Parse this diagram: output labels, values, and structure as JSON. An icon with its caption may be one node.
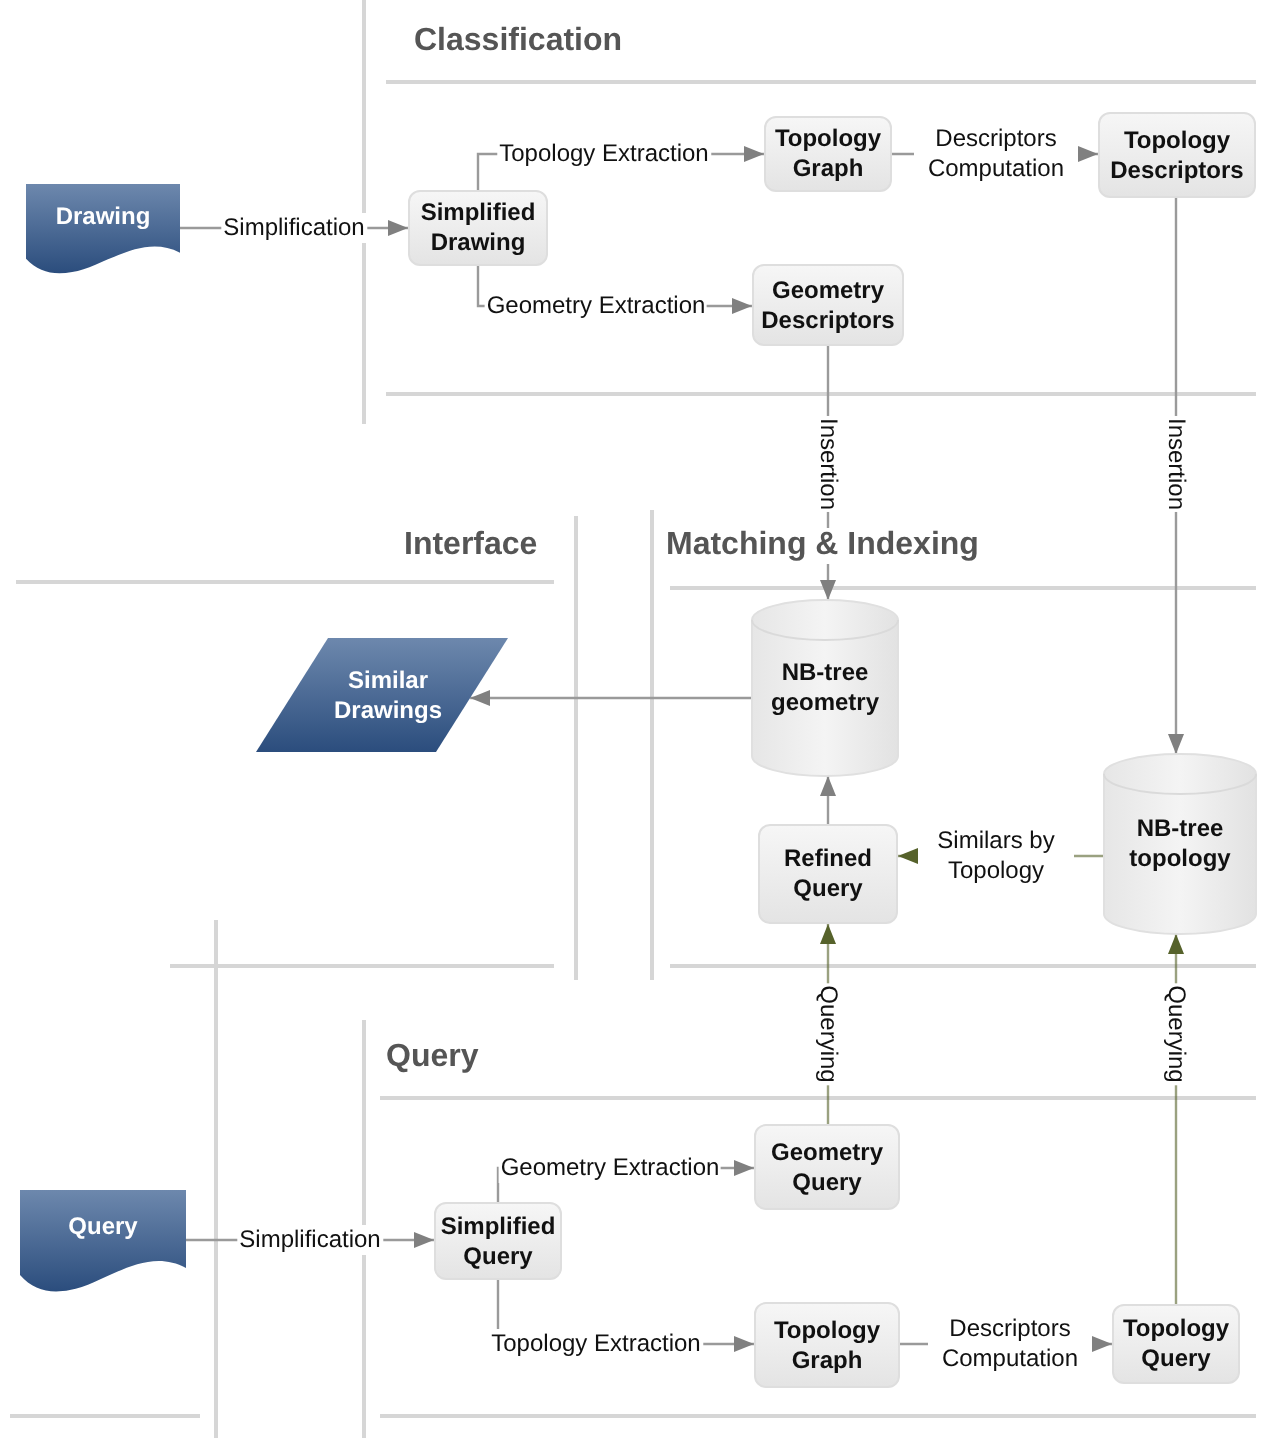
{
  "diagram": {
    "nodes": [
      {
        "text": [
          "Drawing"
        ]
      },
      {
        "text": [
          "Simplified Drawing"
        ]
      },
      {
        "text": [
          "Topology Graph"
        ]
      },
      {
        "text": [
          "Topology Descriptors"
        ]
      },
      {
        "text": [
          "Geometry Descriptors"
        ]
      },
      {
        "text": [
          "Similar Drawings"
        ]
      },
      {
        "text": [
          "NB-tree geometry"
        ]
      },
      {
        "text": [
          "NB-tree topology"
        ]
      },
      {
        "text": [
          "Refined Query"
        ]
      },
      {
        "text": [
          "Query"
        ]
      },
      {
        "text": [
          "Simplified Query"
        ]
      },
      {
        "text": [
          "Geometry Query"
        ]
      },
      {
        "text": [
          "Topology Graph"
        ]
      },
      {
        "text": [
          "Topology Query"
        ]
      }
    ],
    "edges": [
      {
        "from": 0,
        "to": 1,
        "arrow": "to",
        "label": "Simplification"
      },
      {
        "from": 1,
        "to": 2,
        "arrow": "to",
        "label": "Topology Extraction"
      },
      {
        "from": 2,
        "to": 3,
        "arrow": "to",
        "label": "Descriptors Computation"
      },
      {
        "from": 1,
        "to": 4,
        "arrow": "to",
        "label": "Geometry Extraction"
      },
      {
        "from": 4,
        "to": 6,
        "arrow": "to",
        "label": "Insertion"
      },
      {
        "from": 3,
        "to": 7,
        "arrow": "to",
        "label": "Insertion"
      },
      {
        "from": 6,
        "to": 5,
        "arrow": "to"
      },
      {
        "from": 8,
        "to": 6,
        "arrow": "to"
      },
      {
        "from": 7,
        "to": 8,
        "arrow": "to",
        "label": "Similars by Topology",
        "color": "#56622b"
      },
      {
        "from": 11,
        "to": 8,
        "arrow": "to",
        "label": "Querying",
        "color": "#56622b"
      },
      {
        "from": 13,
        "to": 7,
        "arrow": "to",
        "label": "Querying",
        "color": "#56622b"
      },
      {
        "from": 9,
        "to": 10,
        "arrow": "to",
        "label": "Simplification"
      },
      {
        "from": 10,
        "to": 11,
        "arrow": "to",
        "label": "Geometry Extraction"
      },
      {
        "from": 10,
        "to": 12,
        "arrow": "to",
        "label": "Topology Extraction"
      },
      {
        "from": 12,
        "to": 13,
        "arrow": "to",
        "label": "Descriptors Computation"
      }
    ],
    "labels": [
      "Classification",
      "Interface",
      "Matching & Indexing",
      "Query"
    ]
  }
}
